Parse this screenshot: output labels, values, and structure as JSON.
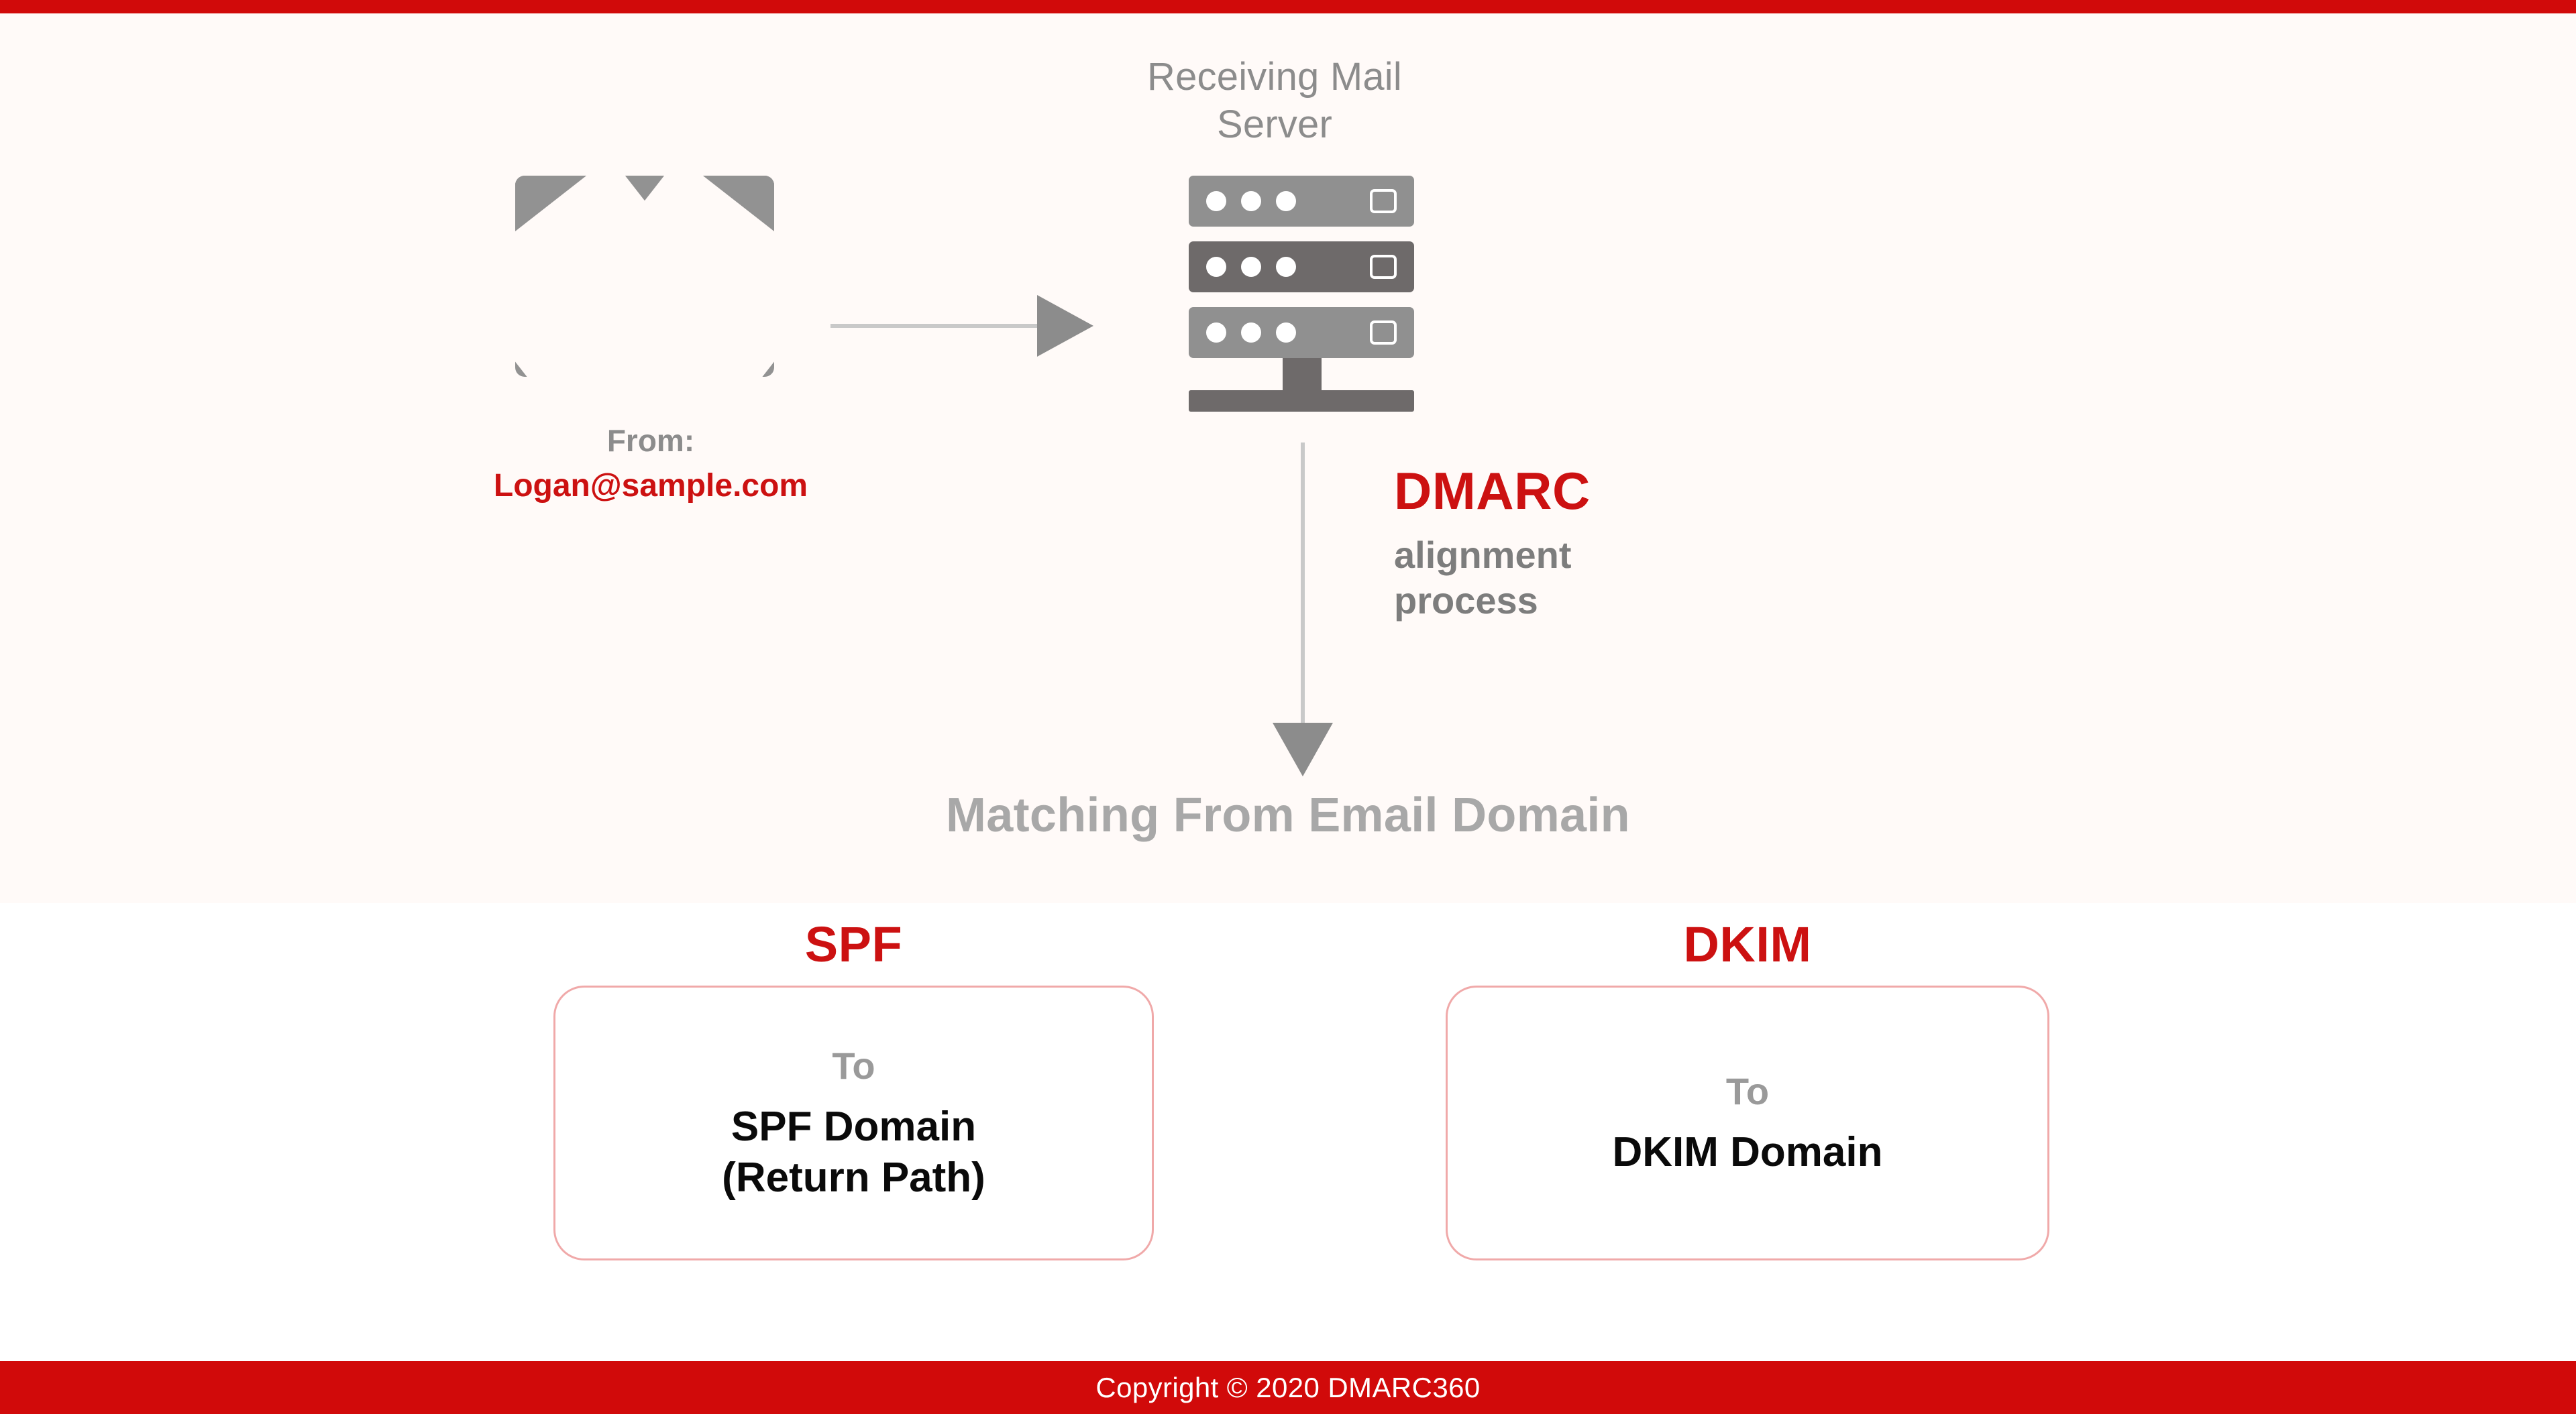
{
  "theme": {
    "accent_red": "#d10a0a",
    "text_red": "#cc1111",
    "gray_mid": "#8c8c8c",
    "gray_light": "#a8a8a8",
    "server_light": "#909090",
    "server_dark": "#6e6a6a",
    "stage_tint": "#fffaf8",
    "box_border": "#f0a9a9"
  },
  "top_bar": {
    "label": "top-accent-bar"
  },
  "source": {
    "envelope_icon": "envelope-icon",
    "from_label": "From:",
    "from_address": "Logan@sample.com"
  },
  "flow": {
    "horizontal_arrow": "arrow-right-icon",
    "vertical_arrow": "arrow-down-icon"
  },
  "server": {
    "caption_line1": "Receiving Mail",
    "caption_line2": "Server",
    "icon": "server-rack-icon",
    "racks": [
      {
        "shade": "light",
        "indicators": 3,
        "slot": true
      },
      {
        "shade": "dark",
        "indicators": 3,
        "slot": true
      },
      {
        "shade": "light",
        "indicators": 3,
        "slot": true
      }
    ]
  },
  "process": {
    "title": "DMARC",
    "subtitle_line1": "alignment",
    "subtitle_line2": "process"
  },
  "matching": {
    "headline": "Matching From Email Domain"
  },
  "results": [
    {
      "key": "spf",
      "title": "SPF",
      "to_label": "To",
      "domain_line1": "SPF Domain",
      "domain_line2": "(Return Path)"
    },
    {
      "key": "dkim",
      "title": "DKIM",
      "to_label": "To",
      "domain_line1": "DKIM Domain",
      "domain_line2": ""
    }
  ],
  "footer": {
    "copyright": "Copyright © 2020 DMARC360"
  }
}
